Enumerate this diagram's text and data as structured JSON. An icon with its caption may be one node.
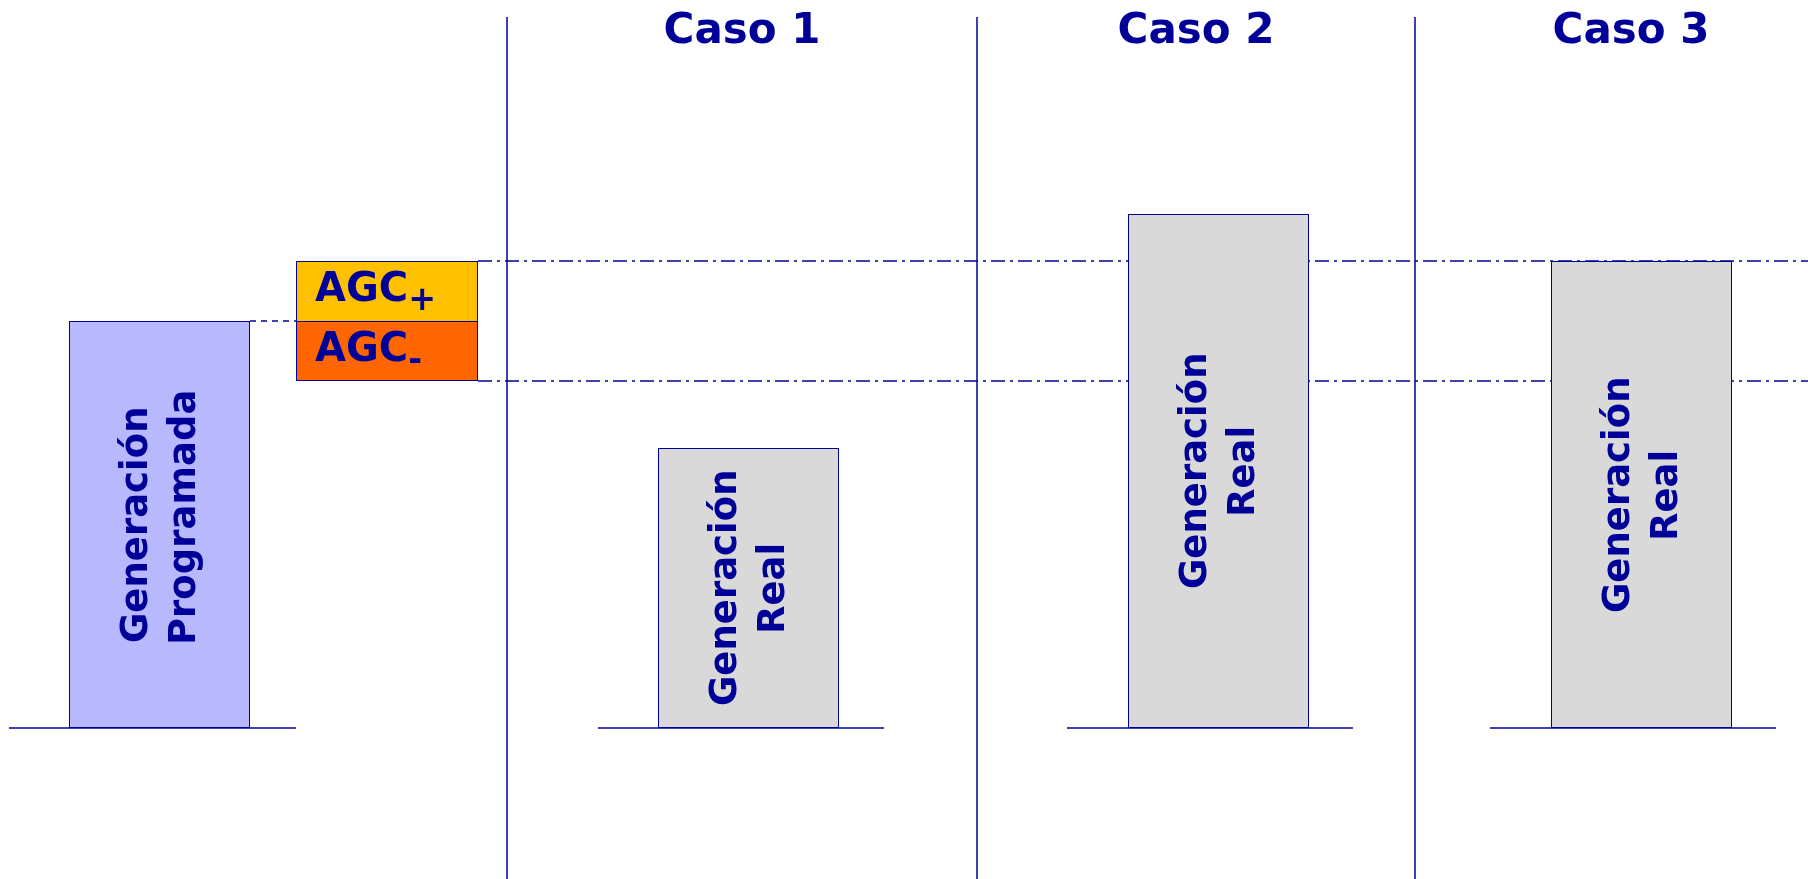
{
  "diagram": {
    "nodes": [
      {
        "text": [
          "Generación Programada"
        ]
      },
      {
        "text": [
          "AGC$_{+}$"
        ]
      },
      {
        "text": [
          "AGC$_{-}$"
        ]
      },
      {
        "text": [
          "Generación Real"
        ]
      },
      {
        "text": [
          "Generación Real"
        ]
      },
      {
        "text": [
          "Generación Real"
        ]
      }
    ],
    "edges": [
      {
        "from": 0,
        "to": 2,
        "arrow": "none",
        "style": "dashed"
      }
    ],
    "labels": [
      "Caso 1",
      "Caso 2",
      "Caso 3"
    ]
  }
}
